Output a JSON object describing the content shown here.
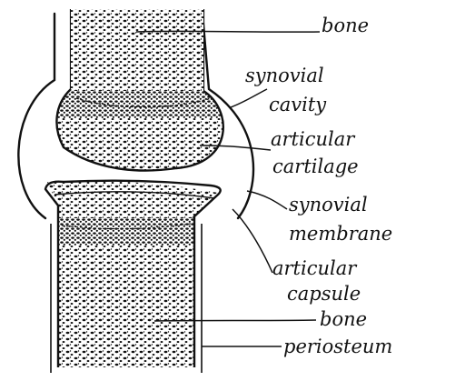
{
  "diagram": {
    "labels": {
      "bone_top": "bone",
      "synovial_cavity_1": "synovial",
      "synovial_cavity_2": "cavity",
      "articular_cartilage_1": "articular",
      "articular_cartilage_2": "cartilage",
      "synovial_membrane_1": "synovial",
      "synovial_membrane_2": "membrane",
      "articular_capsule_1": "articular",
      "articular_capsule_2": "capsule",
      "bone_bottom": "bone",
      "periosteum": "periosteum"
    },
    "colors": {
      "ink": "#111111",
      "paper": "#ffffff"
    }
  }
}
